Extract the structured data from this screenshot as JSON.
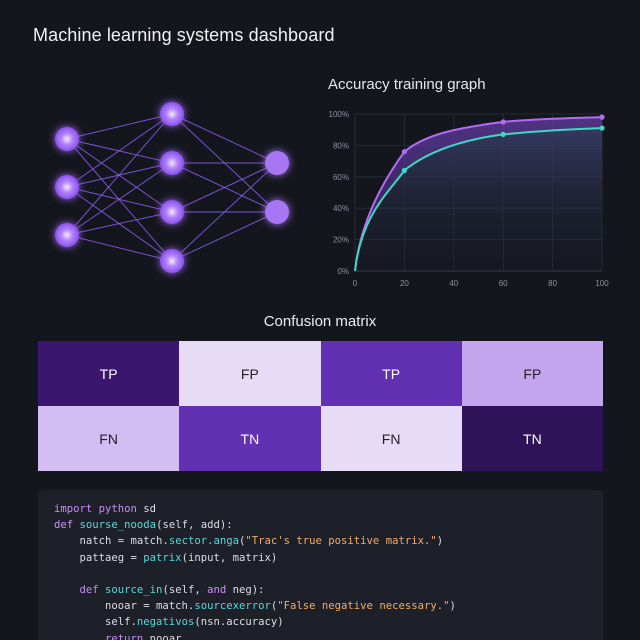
{
  "page": {
    "title": "Machine learning systems dashboard"
  },
  "network": {
    "layers": [
      3,
      4,
      2
    ],
    "node_color": "#a875f5",
    "edge_color": "#8b5cf0"
  },
  "accuracy_chart": {
    "title": "Accuracy training graph"
  },
  "chart_data": {
    "type": "line",
    "x": [
      0,
      20,
      60,
      100
    ],
    "series": [
      {
        "values": [
          0,
          76,
          95,
          98
        ],
        "color": "#b46af7"
      },
      {
        "values": [
          0,
          64,
          87,
          91
        ],
        "color": "#3fd6c3"
      }
    ],
    "xlim": [
      0,
      100
    ],
    "ylim": [
      0,
      100
    ],
    "x_ticks": [
      "0",
      "20",
      "40",
      "60",
      "80",
      "100"
    ],
    "y_ticks": [
      "0%",
      "20%",
      "40%",
      "60%",
      "80%",
      "100%"
    ],
    "grid": true,
    "title": "Accuracy training graph"
  },
  "confusion_matrix": {
    "title": "Confusion matrix",
    "cells": [
      {
        "label": "TP",
        "bg": "#3a166e",
        "fg": "#ffffff"
      },
      {
        "label": "FP",
        "bg": "#e6dcf8",
        "fg": "#222222"
      },
      {
        "label": "TP",
        "bg": "#6230b2",
        "fg": "#ffffff"
      },
      {
        "label": "FP",
        "bg": "#c4a6ef",
        "fg": "#222222"
      },
      {
        "label": "FN",
        "bg": "#d3bef4",
        "fg": "#222222"
      },
      {
        "label": "TN",
        "bg": "#6230b2",
        "fg": "#ffffff"
      },
      {
        "label": "FN",
        "bg": "#e6dcf8",
        "fg": "#222222"
      },
      {
        "label": "TN",
        "bg": "#2e1358",
        "fg": "#ffffff"
      }
    ]
  },
  "code": {
    "lines": [
      [
        [
          "kw",
          "import python "
        ],
        [
          "pl",
          "sd"
        ]
      ],
      [
        [
          "kw",
          "def "
        ],
        [
          "fn",
          "sourse_nooda"
        ],
        [
          "pl",
          "(self, add):"
        ]
      ],
      [
        [
          "pl",
          "    natch = match."
        ],
        [
          "fn",
          "sector.anga"
        ],
        [
          "pl",
          "("
        ],
        [
          "str",
          "\"Trac's true positive matrix.\""
        ],
        [
          "pl",
          ")"
        ]
      ],
      [
        [
          "pl",
          "    pattaeg = "
        ],
        [
          "fn",
          "patrix"
        ],
        [
          "pl",
          "(input, matrix)"
        ]
      ],
      [],
      [
        [
          "kw",
          "    def "
        ],
        [
          "fn",
          "source_in"
        ],
        [
          "pl",
          "(self, "
        ],
        [
          "kw",
          "and"
        ],
        [
          "pl",
          " neg):"
        ]
      ],
      [
        [
          "pl",
          "        nooar = match."
        ],
        [
          "fn",
          "sourcexerror"
        ],
        [
          "pl",
          "("
        ],
        [
          "str",
          "\"False negative necessary.\""
        ],
        [
          "pl",
          ")"
        ]
      ],
      [
        [
          "pl",
          "        self."
        ],
        [
          "fn",
          "negativos"
        ],
        [
          "pl",
          "(nsn.accuracy)"
        ]
      ],
      [
        [
          "kw",
          "        return "
        ],
        [
          "pl",
          "nooar"
        ]
      ]
    ]
  }
}
